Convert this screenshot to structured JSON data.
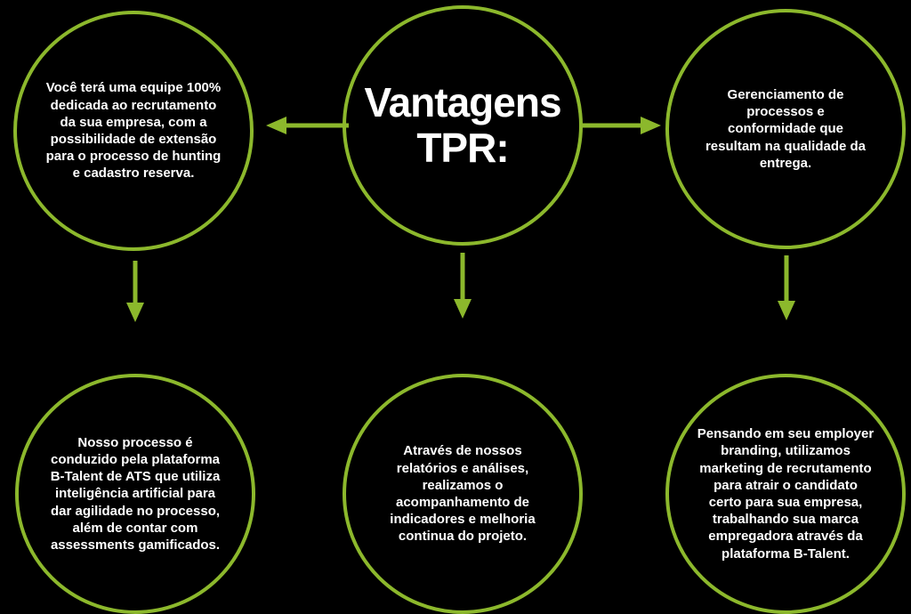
{
  "diagram": {
    "accent_color": "#8cb82c",
    "text_color": "#ffffff",
    "background_color": "#000000",
    "center": {
      "title_line1": "Vantagens",
      "title_line2": "TPR:"
    },
    "nodes": {
      "top_left": "Você terá uma equipe 100% dedicada ao recrutamento da sua empresa, com a possibilidade de extensão para o processo de hunting e cadastro reserva.",
      "top_right": "Gerenciamento de processos e conformidade que resultam na qualidade da entrega.",
      "bottom_left": "Nosso processo é conduzido pela plataforma B-Talent de ATS que utiliza inteligência artificial para dar agilidade no processo, além de contar com assessments gamificados.",
      "bottom_center": "Através de nossos relatórios e análises, realizamos o acompanhamento de indicadores e melhoria continua do projeto.",
      "bottom_right": "Pensando em seu employer branding, utilizamos marketing de recrutamento para atrair o candidato certo para sua empresa, trabalhando sua marca empregadora através da plataforma B-Talent."
    },
    "connectors": [
      "left",
      "right",
      "down-left",
      "down-center",
      "down-right"
    ]
  }
}
